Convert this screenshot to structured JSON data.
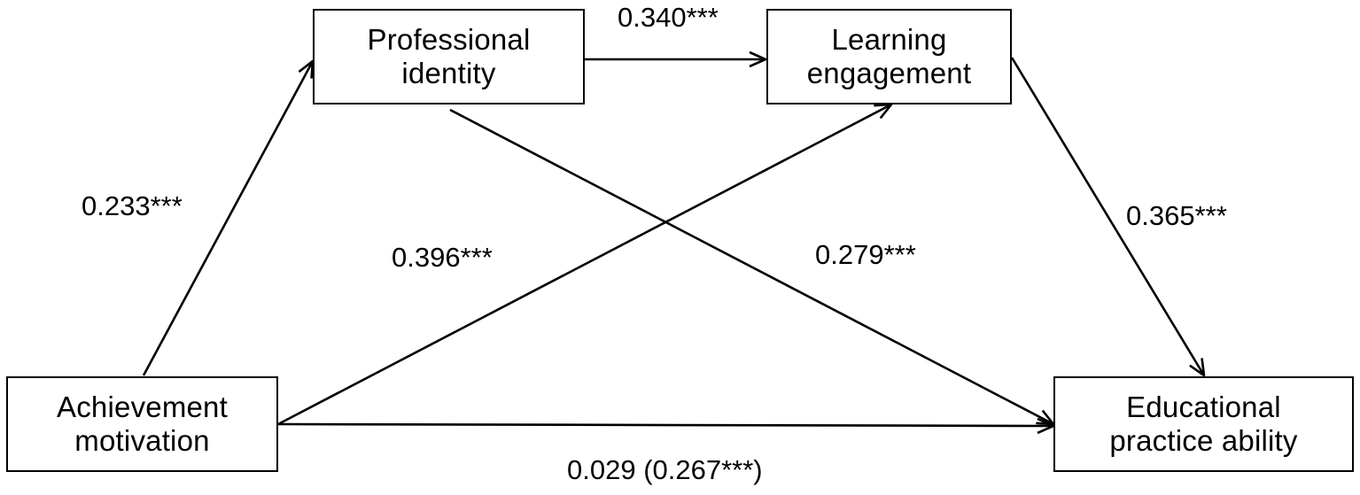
{
  "nodes": {
    "professional_identity": {
      "line1": "Professional",
      "line2": "identity"
    },
    "learning_engagement": {
      "line1": "Learning",
      "line2": "engagement"
    },
    "achievement_motivation": {
      "line1": "Achievement",
      "line2": "motivation"
    },
    "educational_practice_ability": {
      "line1": "Educational",
      "line2": "practice ability"
    }
  },
  "edges": {
    "am_to_pi": {
      "from": "Achievement motivation",
      "to": "Professional identity",
      "label": "0.233***"
    },
    "pi_to_le": {
      "from": "Professional identity",
      "to": "Learning engagement",
      "label": "0.340***"
    },
    "le_to_epa": {
      "from": "Learning engagement",
      "to": "Educational practice ability",
      "label": "0.365***"
    },
    "am_to_le": {
      "from": "Achievement motivation",
      "to": "Learning engagement",
      "label": "0.396***"
    },
    "pi_to_epa": {
      "from": "Professional identity",
      "to": "Educational practice ability",
      "label": "0.279***"
    },
    "am_to_epa": {
      "from": "Achievement motivation",
      "to": "Educational practice ability",
      "label": "0.029 (0.267***)"
    }
  },
  "colors": {
    "line": "#000000",
    "box_border": "#000000",
    "background": "#ffffff",
    "text": "#000000"
  }
}
